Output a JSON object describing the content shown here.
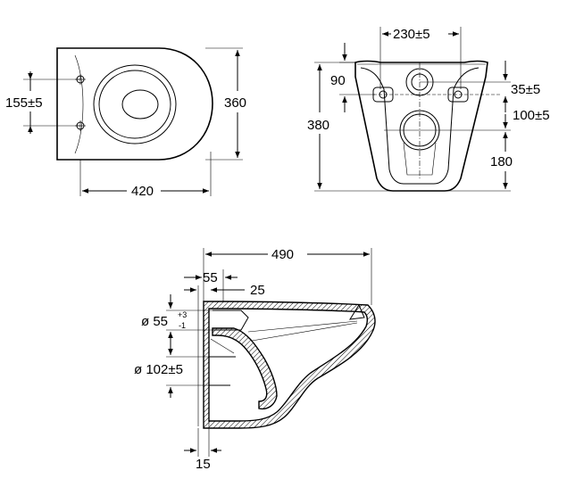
{
  "top_view": {
    "width": "420",
    "depth": "360",
    "fixing_spacing": "155±5"
  },
  "rear_view": {
    "fixing_spacing": "230±5",
    "fixing_height": "90",
    "water_inlet": "35±5",
    "inlet_to_outlet": "100±5",
    "outlet_height": "180",
    "height": "380"
  },
  "side_view": {
    "length": "490",
    "inlet_depth": "55",
    "wall_gap": "25",
    "inlet_diameter_prefix": "ø 55",
    "inlet_tolerance_plus": "+3",
    "inlet_tolerance_minus": "-1",
    "outlet_diameter": "ø 102±5",
    "wall_thickness": "15"
  }
}
